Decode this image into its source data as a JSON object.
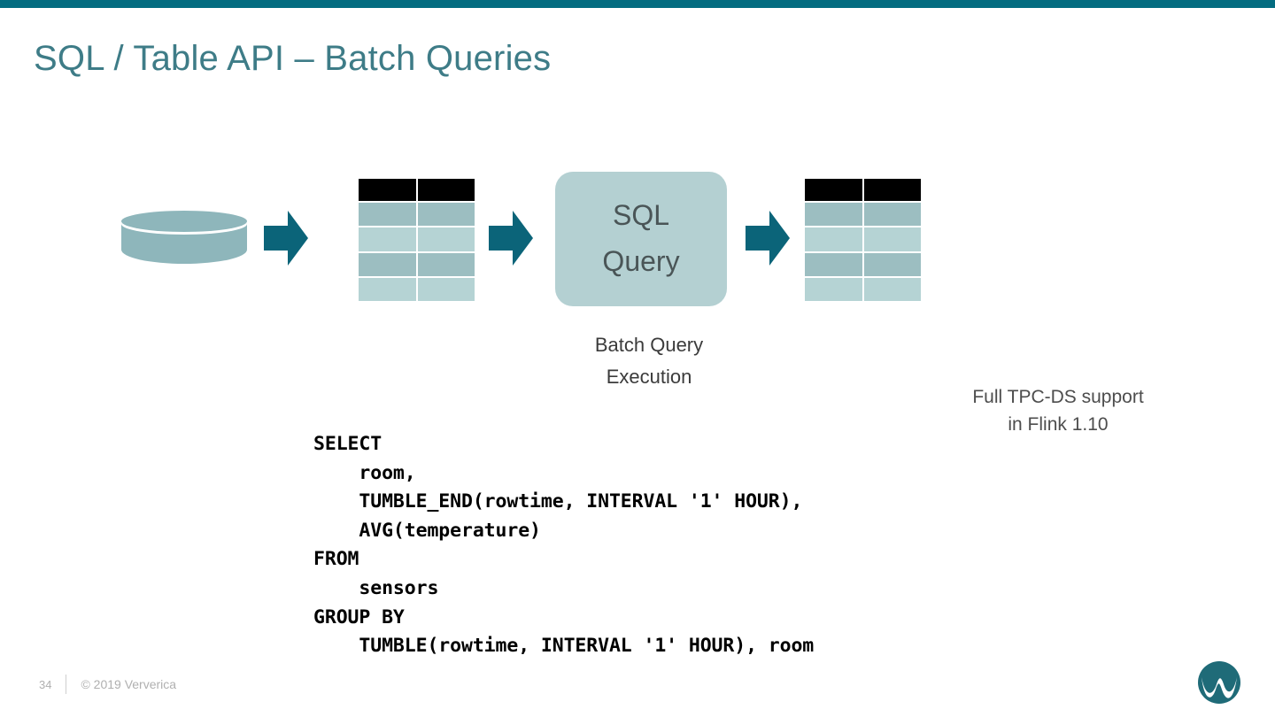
{
  "slide": {
    "title": "SQL / Table API – Batch Queries",
    "accent_color": "#046c80",
    "title_color": "#3e7c87"
  },
  "diagram": {
    "source_icon": "database-cylinder-icon",
    "arrow_icon": "right-block-arrow-icon",
    "query_box": {
      "line1": "SQL",
      "line2": "Query",
      "fill_color": "#b4d0d2"
    },
    "caption": "Batch Query\nExecution",
    "caption_line1": "Batch Query",
    "caption_line2": "Execution",
    "table": {
      "header_color": "#000000",
      "row_dark_color": "#9cbec1",
      "row_light_color": "#b5d3d4",
      "columns": 2,
      "data_rows": 4
    }
  },
  "side_note": {
    "line1": "Full TPC-DS support",
    "line2": "in Flink 1.10"
  },
  "code": {
    "language": "sql",
    "text": "SELECT\n    room,\n    TUMBLE_END(rowtime, INTERVAL '1' HOUR),\n    AVG(temperature)\nFROM\n    sensors\nGROUP BY\n    TUMBLE(rowtime, INTERVAL '1' HOUR), room"
  },
  "footer": {
    "page_number": "34",
    "copyright": "© 2019 Ververica",
    "logo": "ververica-logo-icon",
    "logo_color": "#1f6b78"
  }
}
